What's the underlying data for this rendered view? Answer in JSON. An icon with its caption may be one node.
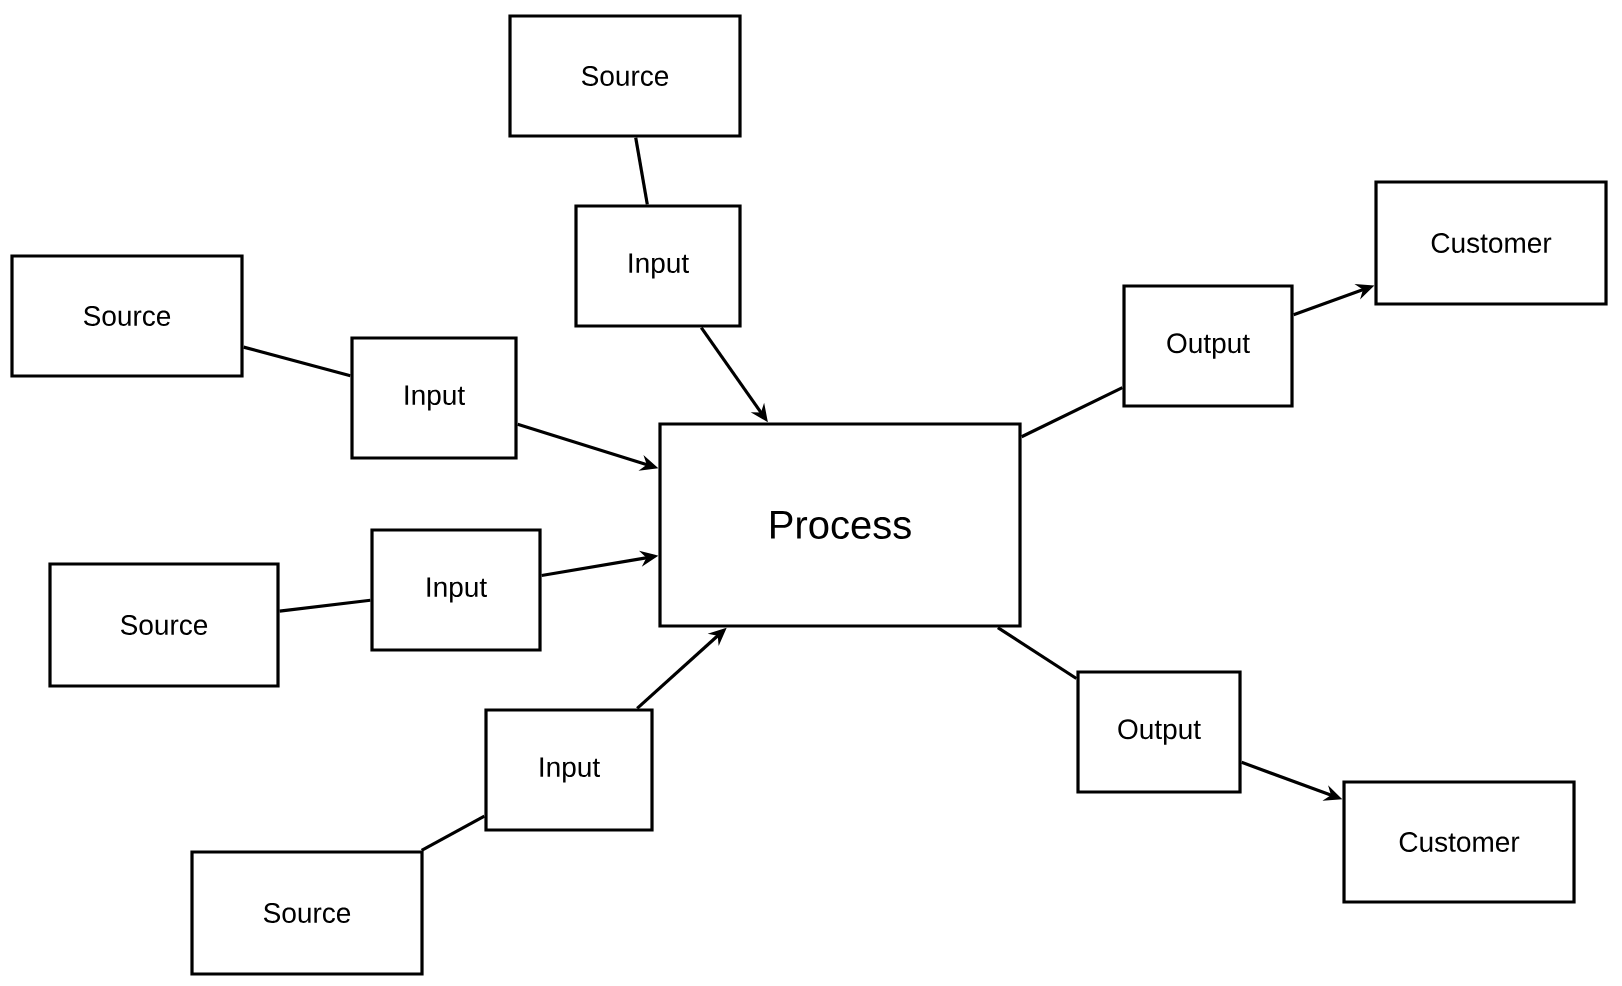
{
  "diagram": {
    "nodes": [
      {
        "text": [
          "Source"
        ]
      },
      {
        "text": [
          "Customer"
        ]
      },
      {
        "text": [
          "Input"
        ]
      },
      {
        "text": [
          "Source"
        ]
      },
      {
        "text": [
          "Output"
        ]
      },
      {
        "text": [
          "Input"
        ]
      },
      {
        "text": [
          "Process"
        ]
      },
      {
        "text": [
          "Input"
        ]
      },
      {
        "text": [
          "Source"
        ]
      },
      {
        "text": [
          "Output"
        ]
      },
      {
        "text": [
          "Input"
        ]
      },
      {
        "text": [
          "Customer"
        ]
      },
      {
        "text": [
          "Source"
        ]
      }
    ],
    "edges": [
      {
        "from": 0,
        "to": 2,
        "arrow": "none"
      },
      {
        "from": 2,
        "to": 6,
        "arrow": "to"
      },
      {
        "from": 3,
        "to": 5,
        "arrow": "none"
      },
      {
        "from": 5,
        "to": 6,
        "arrow": "to"
      },
      {
        "from": 8,
        "to": 7,
        "arrow": "none"
      },
      {
        "from": 7,
        "to": 6,
        "arrow": "to"
      },
      {
        "from": 12,
        "to": 10,
        "arrow": "none"
      },
      {
        "from": 10,
        "to": 6,
        "arrow": "to"
      },
      {
        "from": 6,
        "to": 4,
        "arrow": "none"
      },
      {
        "from": 4,
        "to": 1,
        "arrow": "to"
      },
      {
        "from": 6,
        "to": 9,
        "arrow": "none"
      },
      {
        "from": 9,
        "to": 11,
        "arrow": "to"
      }
    ]
  }
}
